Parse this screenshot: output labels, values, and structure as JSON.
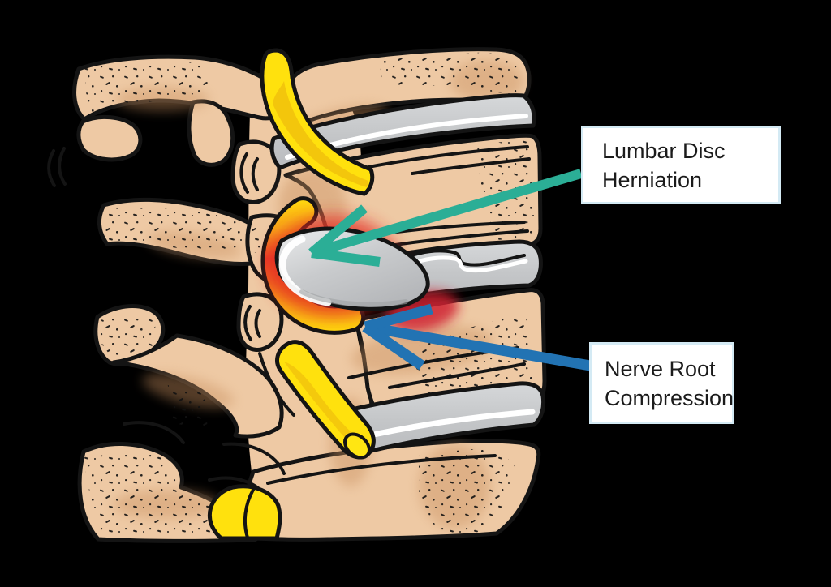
{
  "canvas": {
    "background": "#000000"
  },
  "annotations": {
    "herniation": {
      "line1": "Lumbar Disc",
      "line2": "Herniation"
    },
    "compression": {
      "line1": "Nerve Root",
      "line2": "Compression"
    }
  },
  "colors": {
    "teal_arrow": "#2bae96",
    "blue_arrow": "#2273b3",
    "bone": "#eec9a4",
    "bone_shade": "#c9905f",
    "disc_gray": "#c6c8ca",
    "nerve_yellow": "#ffe10d",
    "inflammation_red": "#e32a20",
    "blush_red": "#cf2030",
    "outline": "#141414",
    "label_border": "#d4eaf4",
    "label_bg": "#ffffff",
    "label_text": "#1b1b1b"
  },
  "icons": {
    "herniation_arrow": "teal-arrow-pointing-down-left",
    "compression_arrow": "blue-arrow-pointing-up-left"
  }
}
